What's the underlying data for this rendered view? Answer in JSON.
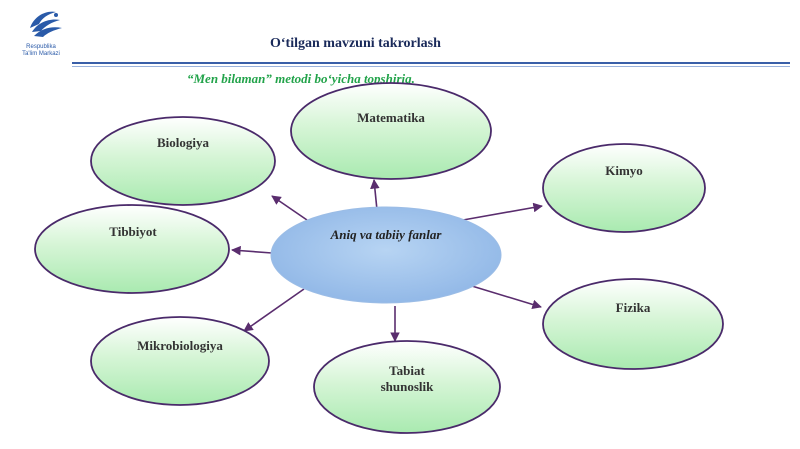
{
  "header": {
    "logo_line1": "Respublika",
    "logo_line2": "Ta'lim Markazi",
    "title": "O‘tilgan mavzuni takrorlash",
    "subtitle": "“Men bilaman” metodi bo‘yicha topshiriq."
  },
  "diagram": {
    "center": "Aniq va tabiiy fanlar",
    "nodes": {
      "biologiya": "Biologiya",
      "matematika": "Matematika",
      "kimyo": "Kimyo",
      "tibbiyot": "Tibbiyot",
      "fizika": "Fizika",
      "mikrobiologiya": "Mikrobiologiya",
      "tabiat_line1": "Tabiat",
      "tabiat_line2": "shunoslik"
    }
  }
}
